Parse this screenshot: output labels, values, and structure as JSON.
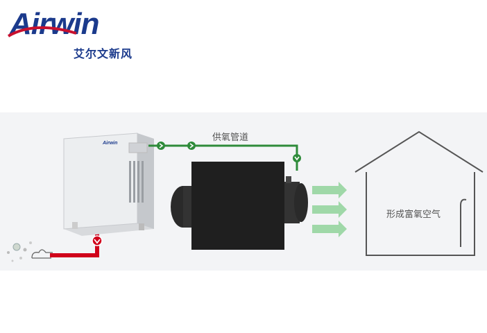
{
  "brand": {
    "name": "Airwin",
    "subtitle": "艾尔文新风",
    "primary_color": "#1b3a8c",
    "accent_color": "#c8102e"
  },
  "diagram": {
    "pipe_label": "供氧管道",
    "house_label": "形成富氧空气",
    "device_logo": "Airwin",
    "pipe_color": "#2e8b3a",
    "intake_pipe_color": "#d0021b",
    "airflow_arrow_color": "#9fd8a8"
  }
}
